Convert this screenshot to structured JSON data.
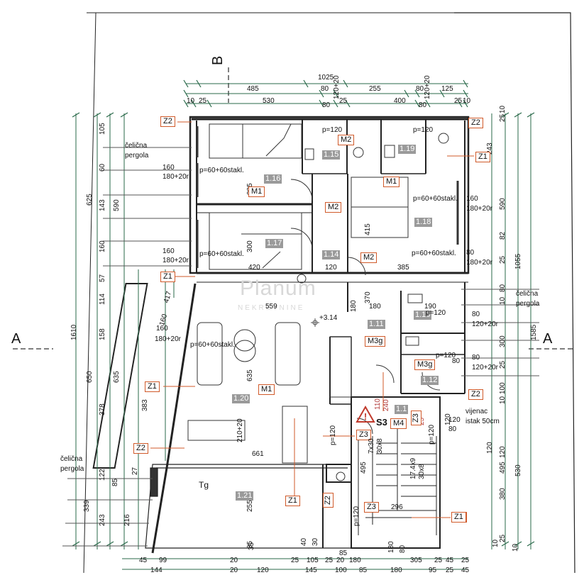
{
  "section_marks": {
    "a_left": "A",
    "a_right": "A",
    "b_top": "B"
  },
  "top_dims": {
    "overall": "1025",
    "row2": [
      "485",
      "80",
      "120+20",
      "255",
      "80",
      "120+20",
      "125"
    ],
    "row3": [
      "10",
      "25",
      "530",
      "80",
      "25",
      "400",
      "80",
      "25",
      "10"
    ]
  },
  "bottom_dims": {
    "row1": [
      "45",
      "99",
      "20",
      "25",
      "105",
      "25",
      "20",
      "180",
      "305",
      "25",
      "45",
      "25"
    ],
    "row2": [
      "144",
      "20",
      "120",
      "145",
      "100",
      "85",
      "180",
      "95",
      "25",
      "45"
    ],
    "extra": [
      "85",
      "35",
      "40",
      "30",
      "10",
      "180",
      "80"
    ]
  },
  "left_dims": {
    "outer": [
      "1610"
    ],
    "mid": [
      "625",
      "650"
    ],
    "inner": [
      "105",
      "60",
      "143",
      "590",
      "160",
      "57",
      "114",
      "158",
      "635",
      "378",
      "122",
      "85",
      "339",
      "243",
      "216",
      "27",
      "383",
      "160",
      "417"
    ]
  },
  "right_dims": {
    "outer": [
      "1585"
    ],
    "mid": [
      "1055",
      "530"
    ],
    "inner": [
      "25",
      "10",
      "243",
      "590",
      "82",
      "25",
      "80",
      "10",
      "300",
      "25",
      "100",
      "10",
      "120",
      "495",
      "380",
      "120",
      "25",
      "10"
    ]
  },
  "interior_dims": [
    "285",
    "300",
    "420",
    "120",
    "385",
    "415",
    "370",
    "559",
    "180",
    "190",
    "635",
    "661",
    "255",
    "35",
    "296",
    "110",
    "240",
    "25",
    "180",
    "120",
    "495",
    "80",
    "120",
    "80"
  ],
  "rooms": [
    "1.15",
    "1.16",
    "1.19",
    "1.18",
    "1.17",
    "1.14",
    "1.11",
    "1.13",
    "1.20",
    "1.12",
    "1.1",
    "1.21"
  ],
  "codes": [
    "Z2",
    "Z2",
    "Z1",
    "M2",
    "M1",
    "M1",
    "M2",
    "M2",
    "Z1",
    "M3g",
    "M3g",
    "Z1",
    "M1",
    "Z2",
    "Z2",
    "M4",
    "Z3",
    "Z1",
    "Z1",
    "Z3",
    "Z1",
    "Z3",
    "Z2"
  ],
  "window_labels": {
    "w160_1": "160",
    "w180_1": "180+20r",
    "w160_2": "160",
    "w180_2": "180+20r",
    "w160_3": "160",
    "w180_3": "180+20r",
    "w160_4": "160",
    "w180_4": "180+20r",
    "w80_1": "80",
    "w120_1": "120+20r",
    "w80_2": "80",
    "w120_2": "120+20r",
    "w80_3": "80",
    "w180_5": "180+20r"
  },
  "stakl": [
    "p=60+60stakl.",
    "p=60+60stakl.",
    "p=60+60stakl.",
    "p=60+60stakl.",
    "p=60+60stakl."
  ],
  "p_labels": [
    "p=120",
    "p=120",
    "p=120",
    "p=120",
    "p=120",
    "p=120",
    "p=120"
  ],
  "small_text": {
    "pergola1": "čelična",
    "pergola1b": "pergola",
    "pergola2": "čelična",
    "pergola2b": "pergola",
    "pergola3": "čelična",
    "pergola3b": "pergola",
    "level": "+3.14",
    "vijenac1": "vijenac",
    "vijenac2": "istak 50cm",
    "stair1": "7x30",
    "stair1b": "30x8",
    "stair2": "17.4x9",
    "stair2b": "30x8",
    "table": "210+20",
    "tg": "Tg",
    "s3": "S3"
  },
  "watermark": {
    "main": "Planum",
    "sub": "NEKRETNINE"
  }
}
